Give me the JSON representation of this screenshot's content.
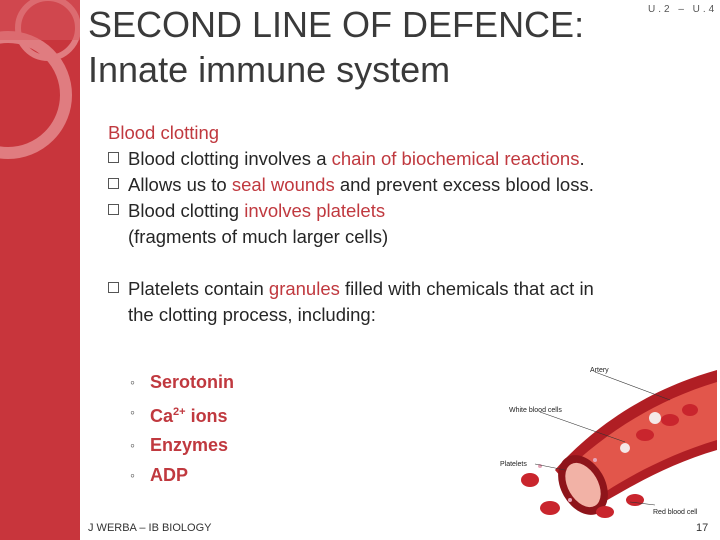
{
  "slide": {
    "title_line1": "SECOND LINE OF DEFENCE:",
    "title_line2": "Innate immune system",
    "code": "U.2 – U.4",
    "heading": "Blood clotting",
    "bullets": [
      {
        "pre": "Blood clotting involves a ",
        "hl": "chain of biochemical reactions",
        "post": "."
      },
      {
        "pre": "Allows us to ",
        "hl": "seal wounds",
        "post": " and prevent excess blood loss."
      },
      {
        "pre": "Blood clotting ",
        "hl": "involves platelets",
        "line2": "(fragments of much larger cells)"
      },
      {
        "pre": "Platelets contain ",
        "hl": "granules",
        "post": " filled with chemicals that act in",
        "line2": "the clotting process, including:"
      }
    ],
    "subitems": [
      "Serotonin",
      "Ca",
      "Enzymes",
      "ADP"
    ],
    "ca_sup": "2+",
    "ca_suffix": " ions",
    "footer": "J WERBA – IB BIOLOGY",
    "page_number": "17"
  },
  "diagram": {
    "labels": {
      "artery": "Artery",
      "wbc": "White blood cells",
      "platelets": "Platelets",
      "rbc": "Red blood cell"
    }
  },
  "colors": {
    "accent": "#c8353c",
    "highlight": "#c0393f",
    "title": "#3a3a3a"
  }
}
